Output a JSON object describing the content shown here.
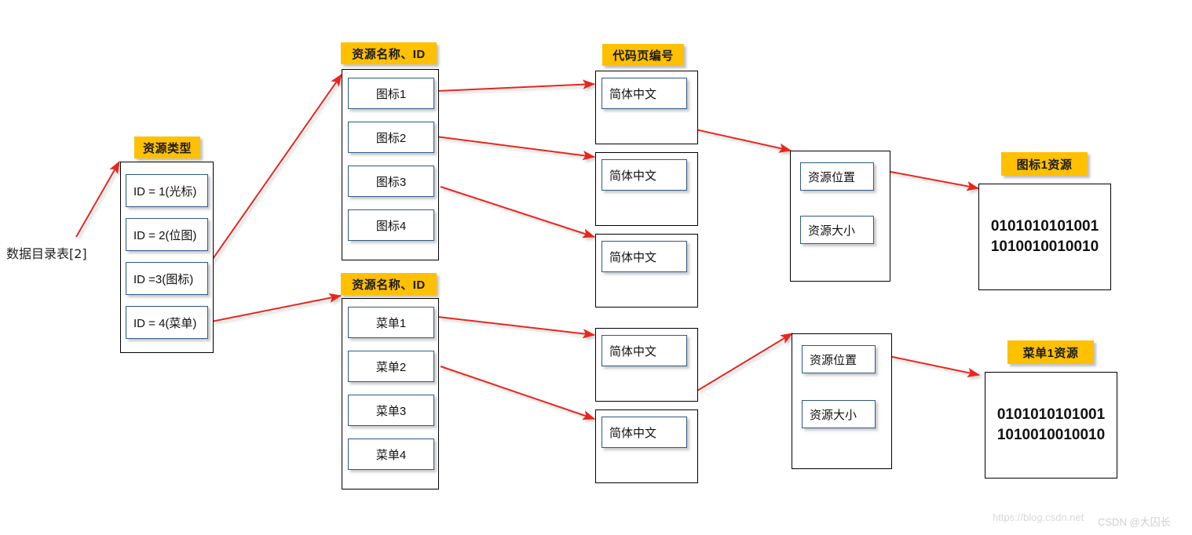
{
  "diagram": {
    "title_text": "数据目录表[2]",
    "colors": {
      "chip_yellow": "#FFC000",
      "arrow_red": "#E8281E",
      "cell_border_blue": "#2E5A87",
      "frame_black": "#000000"
    }
  },
  "entry_label": "数据目录表[2]",
  "resource_type": {
    "caption": "资源类型",
    "items": [
      {
        "label": "ID = 1(光标)"
      },
      {
        "label": "ID = 2(位图)"
      },
      {
        "label": "ID =3(图标)"
      },
      {
        "label": "ID = 4(菜单)"
      }
    ]
  },
  "resource_names_icons": {
    "caption": "资源名称、ID",
    "items": [
      {
        "label": "图标1"
      },
      {
        "label": "图标2"
      },
      {
        "label": "图标3"
      },
      {
        "label": "图标4"
      }
    ]
  },
  "resource_names_menus": {
    "caption": "资源名称、ID",
    "items": [
      {
        "label": "菜单1"
      },
      {
        "label": "菜单2"
      },
      {
        "label": "菜单3"
      },
      {
        "label": "菜单4"
      }
    ]
  },
  "code_page": {
    "caption": "代码页编号",
    "items": [
      {
        "label": "简体中文"
      },
      {
        "label": "简体中文"
      },
      {
        "label": "简体中文"
      },
      {
        "label": "简体中文"
      },
      {
        "label": "简体中文"
      }
    ]
  },
  "resource_entry_icon": {
    "location_label": "资源位置",
    "size_label": "资源大小"
  },
  "resource_entry_menu": {
    "location_label": "资源位置",
    "size_label": "资源大小"
  },
  "icon_resource": {
    "caption": "图标1资源",
    "line1": "0101010101001",
    "line2": "1010010010010"
  },
  "menu_resource": {
    "caption": "菜单1资源",
    "line1": "0101010101001",
    "line2": "1010010010010"
  },
  "watermark": {
    "url": "https://blog.csdn.net",
    "handle": "CSDN @大囚长"
  }
}
